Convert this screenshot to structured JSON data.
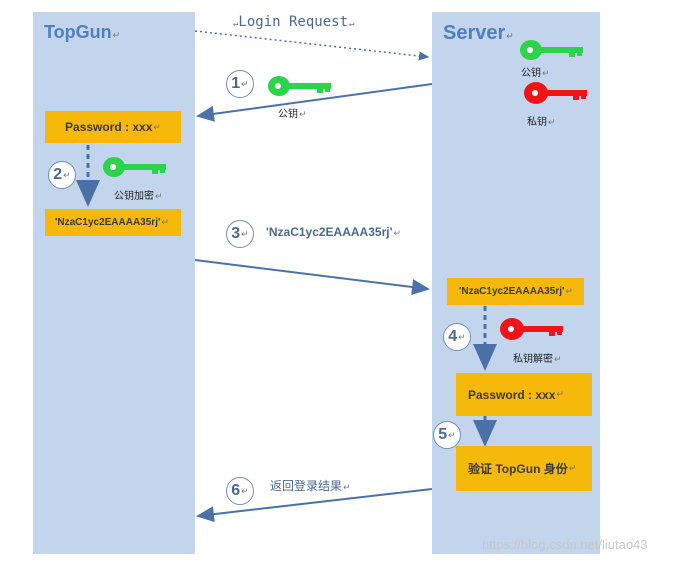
{
  "lanes": {
    "client_title": "TopGun",
    "server_title": "Server"
  },
  "messages": {
    "login_request": "Login Request",
    "step3_payload": "'NzaC1yc2EAAAA35rj'",
    "step6_label": "返回登录结果"
  },
  "steps": [
    "1",
    "2",
    "3",
    "4",
    "5",
    "6"
  ],
  "keys": {
    "public_key": "公钥",
    "private_key": "私钥",
    "encrypt_label": "公钥加密",
    "decrypt_label": "私钥解密"
  },
  "client_boxes": {
    "password": "Password : xxx",
    "encrypted": "'NzaC1yc2EAAAA35rj'"
  },
  "server_boxes": {
    "encrypted": "'NzaC1yc2EAAAA35rj'",
    "password": "Password : xxx",
    "verify": "验证 TopGun 身份"
  },
  "colors": {
    "lane": "#c3d5ec",
    "box": "#f6b80a",
    "arrow": "#4a72a8",
    "public_key": "#2bd44a",
    "private_key": "#f0131a"
  },
  "icons": {
    "green_key": "key-icon",
    "red_key": "key-icon"
  },
  "watermark": "https://blog.csdn.net/liutao43"
}
